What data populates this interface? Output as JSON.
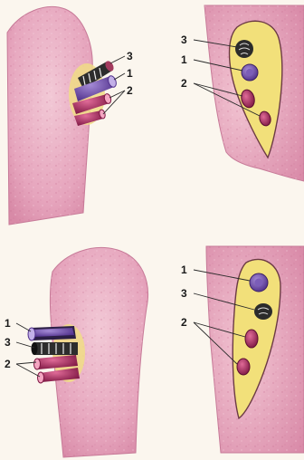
{
  "panels": [
    {
      "id": "top-left",
      "labels": {
        "a": "3",
        "b": "1",
        "c": "2"
      }
    },
    {
      "id": "top-right",
      "labels": {
        "a": "3",
        "b": "1",
        "c": "2"
      }
    },
    {
      "id": "bottom-left",
      "labels": {
        "a": "1",
        "b": "3",
        "c": "2"
      }
    },
    {
      "id": "bottom-right",
      "labels": {
        "a": "1",
        "b": "3",
        "c": "2"
      }
    }
  ],
  "colors": {
    "lung_tissue": "#e6a5bd",
    "lung_tissue_dark": "#d47fa0",
    "lung_tissue_light": "#f2c9d6",
    "hilum_fat": "#f2e07a",
    "vein": "#8e1d4c",
    "artery": "#6a4aa6",
    "bronchus": "#2b2b2b",
    "stroke": "#5a2a3a"
  }
}
